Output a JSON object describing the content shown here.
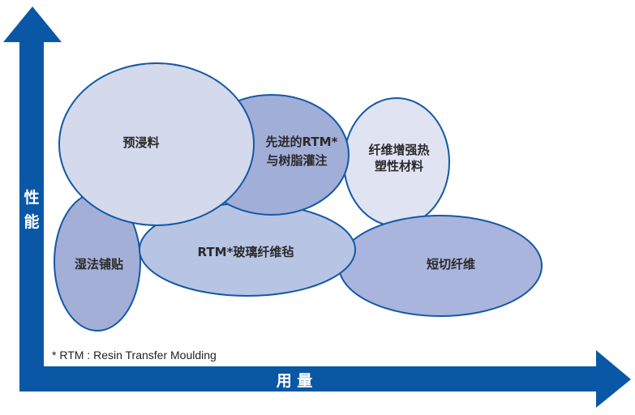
{
  "axes": {
    "y_label": [
      "性",
      "能"
    ],
    "x_label": "用 量"
  },
  "footnote": "* RTM : Resin Transfer Moulding",
  "colors": {
    "axis": "#0a57a6",
    "outline": "#1459a5"
  },
  "regions": [
    {
      "id": "wet-layup",
      "lines": [
        "湿法铺贴"
      ],
      "fill": "#a3afd7"
    },
    {
      "id": "thermoplastic",
      "lines": [
        "纤维增强热",
        "塑性材料"
      ],
      "fill": "#dfe3f2"
    },
    {
      "id": "chopped-fiber",
      "lines": [
        "短切纤维"
      ],
      "fill": "#a9b5dd"
    },
    {
      "id": "rtm-glass-mat",
      "lines": [
        "RTM*玻璃纤维毡"
      ],
      "fill": "#b8c4e4"
    },
    {
      "id": "advanced-rtm",
      "lines": [
        "先进的RTM*",
        "与树脂灌注"
      ],
      "fill": "#a1aed7"
    },
    {
      "id": "prepreg",
      "lines": [
        "预浸料"
      ],
      "fill": "#d4d9ec"
    }
  ]
}
